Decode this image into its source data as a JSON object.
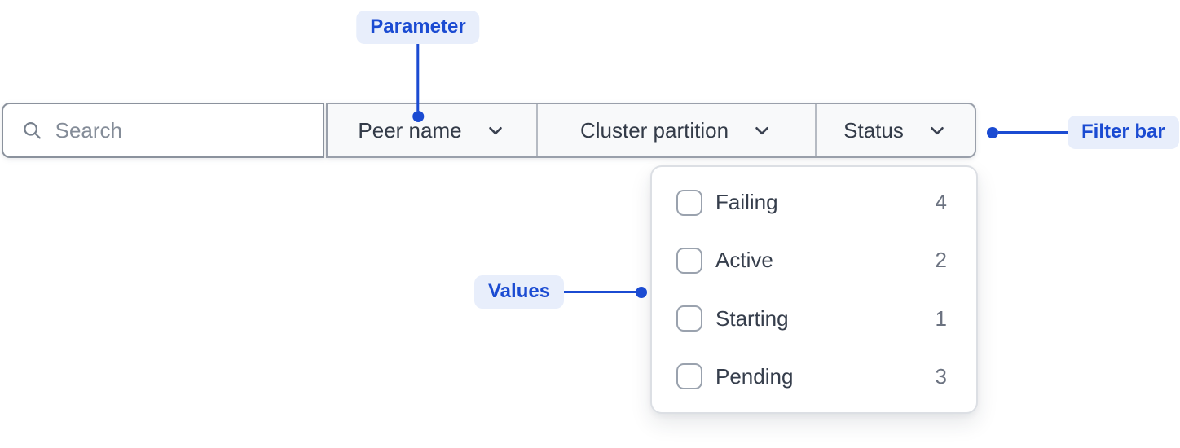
{
  "annotations": {
    "parameter": {
      "label": "Parameter"
    },
    "filter_bar": {
      "label": "Filter bar"
    },
    "values": {
      "label": "Values"
    }
  },
  "filter_bar": {
    "search": {
      "placeholder": "Search",
      "value": ""
    },
    "dropdowns": [
      {
        "label": "Peer name"
      },
      {
        "label": "Cluster partition"
      },
      {
        "label": "Status"
      }
    ]
  },
  "status_menu": {
    "items": [
      {
        "label": "Failing",
        "count": "4"
      },
      {
        "label": "Active",
        "count": "2"
      },
      {
        "label": "Starting",
        "count": "1"
      },
      {
        "label": "Pending",
        "count": "3"
      }
    ]
  },
  "icons": {
    "search": "search-icon",
    "chevron": "chevron-down-icon"
  },
  "colors": {
    "accent_blue": "#1b4bd2",
    "annotation_pill_bg": "#e8eefb",
    "bar_search_border": "#8b929d",
    "bar_group_border": "#9aa0ab",
    "bar_divider": "#b6bbc3",
    "bar_button_bg": "#f8f9fa",
    "text_dark": "#333b48",
    "placeholder_gray": "#848c98",
    "menu_border": "#dcdfe4",
    "menu_label": "#363e4c",
    "menu_count": "#6b7280",
    "checkbox_border": "#9aa2ae"
  }
}
